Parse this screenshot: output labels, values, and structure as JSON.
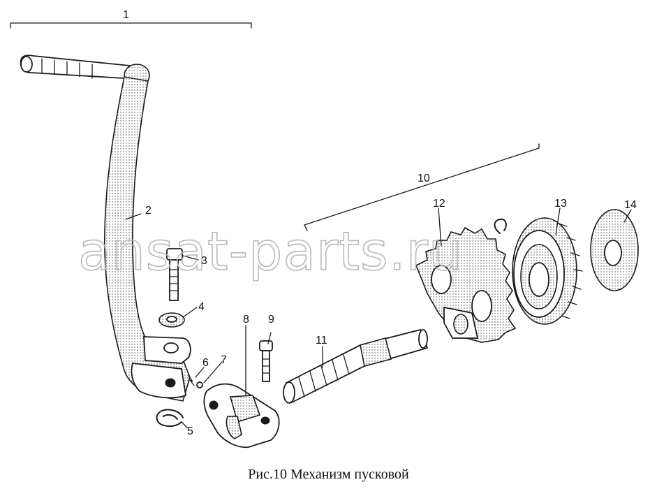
{
  "watermark": "ansat-parts.ru",
  "caption": "Рис.10  Механизм пусковой",
  "callouts": {
    "c1": "1",
    "c2": "2",
    "c3": "3",
    "c4": "4",
    "c5": "5",
    "c6": "6",
    "c7": "7",
    "c8": "8",
    "c9": "9",
    "c10": "10",
    "c11": "11",
    "c12": "12",
    "c13": "13",
    "c14": "14"
  }
}
